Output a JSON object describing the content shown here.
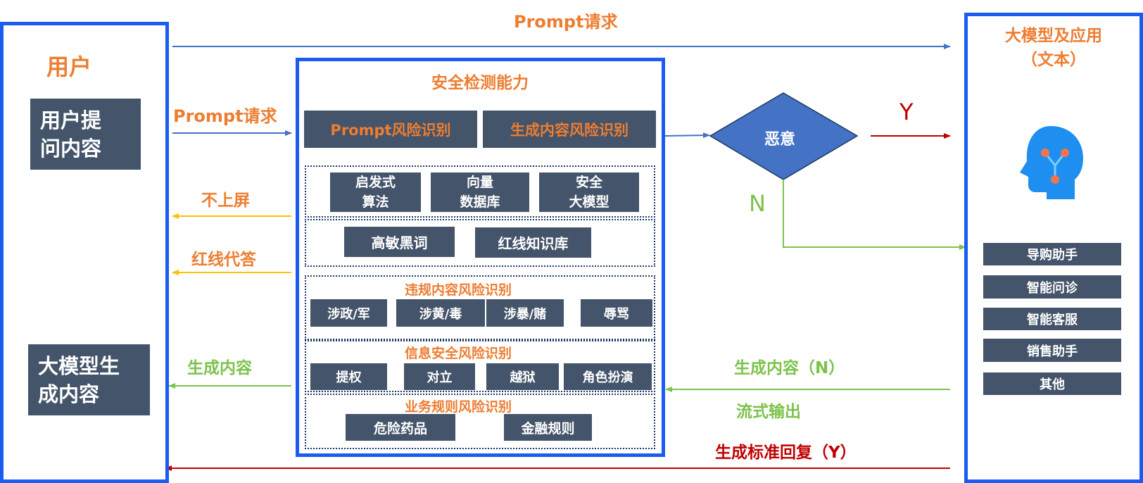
{
  "colors": {
    "frame": "#1a5cf0",
    "box": "#44546a",
    "orange": "#ed7d31",
    "green": "#7dc24b",
    "red": "#c00000",
    "blue_arrow": "#4472c4",
    "yellow_arrow": "#ffc000",
    "diamond": "#4472c4"
  },
  "user": {
    "title": "用户",
    "question_box": "用户提\n问内容",
    "generated_box": "大模型生\n成内容"
  },
  "top_arrow_label": "Prompt请求",
  "flows": {
    "prompt_request": "Prompt请求",
    "not_on_screen": "不上屏",
    "redline_reply": "红线代答",
    "generated_content": "生成内容",
    "generated_content_n": "生成内容（N）",
    "stream_output": "流式输出",
    "standard_reply": "生成标准回复（Y）"
  },
  "security": {
    "title": "安全检测能力",
    "risk_prompt": "Prompt风险识别",
    "risk_generated": "生成内容风险识别",
    "methods": [
      "启发式\n算法",
      "向量\n数据库",
      "安全\n大模型"
    ],
    "lexicons": [
      "高敏黑词",
      "红线知识库"
    ],
    "violation": {
      "title": "违规内容风险识别",
      "items": [
        "涉政/军",
        "涉黄/毒",
        "涉暴/赌",
        "辱骂"
      ]
    },
    "infosec": {
      "title": "信息安全风险识别",
      "items": [
        "提权",
        "对立",
        "越狱",
        "角色扮演"
      ]
    },
    "business": {
      "title": "业务规则风险识别",
      "items": [
        "危险药品",
        "金融规则"
      ]
    }
  },
  "decision": {
    "label": "恶意",
    "yes": "Y",
    "no": "N"
  },
  "model": {
    "title": "大模型及应用\n（文本）",
    "icon": "ai-head-icon",
    "apps": [
      "导购助手",
      "智能问诊",
      "智能客服",
      "销售助手",
      "其他"
    ]
  }
}
